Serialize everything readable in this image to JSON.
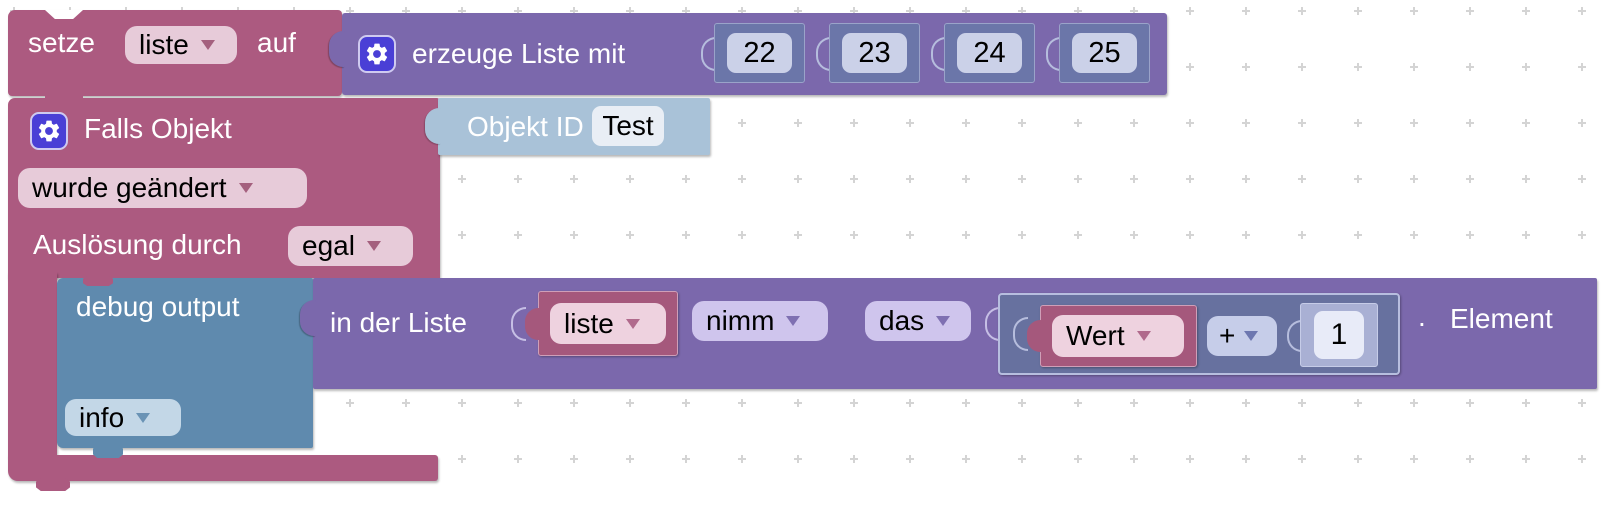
{
  "workspace": {
    "type": "blockly-rule-editor",
    "background_dot_color": "#d4d4d4"
  },
  "colors": {
    "rule_block_pink": "#ac5a80",
    "list_block_purple": "#7b68ac",
    "item_block_lightblue": "#a9c2d8",
    "debug_block_blue": "#5f8aae",
    "math_block_slate": "#67719f",
    "number_socket_slate": "#6b76a9",
    "variable_block_pink": "#a5587c",
    "gear_icon_blue": "#4a3fd6",
    "pill_pink": "#e7cbd9",
    "pill_lavender": "#cfc5ed",
    "pill_lightblue": "#c3d7e7",
    "field_white": "#e9eef5"
  },
  "blocks": {
    "set_variable": {
      "keyword": "setze",
      "variable": "liste",
      "keyword2": "auf"
    },
    "create_list": {
      "label": "erzeuge Liste mit",
      "items": [
        "22",
        "23",
        "24",
        "25"
      ]
    },
    "rule": {
      "title": "Falls Objekt",
      "event": "wurde geändert",
      "trigger_label": "Auslösung durch",
      "trigger_value": "egal"
    },
    "item_state": {
      "label": "Objekt ID",
      "item_name": "Test"
    },
    "debug": {
      "label": "debug output",
      "level": "info"
    },
    "list_get": {
      "prefix": "in der Liste",
      "list_variable": "liste",
      "operation": "nimm",
      "index_mode": "das",
      "dot": ".",
      "suffix": "Element"
    },
    "arithmetic": {
      "variable": "Wert",
      "operator": "+",
      "operand": "1"
    }
  }
}
